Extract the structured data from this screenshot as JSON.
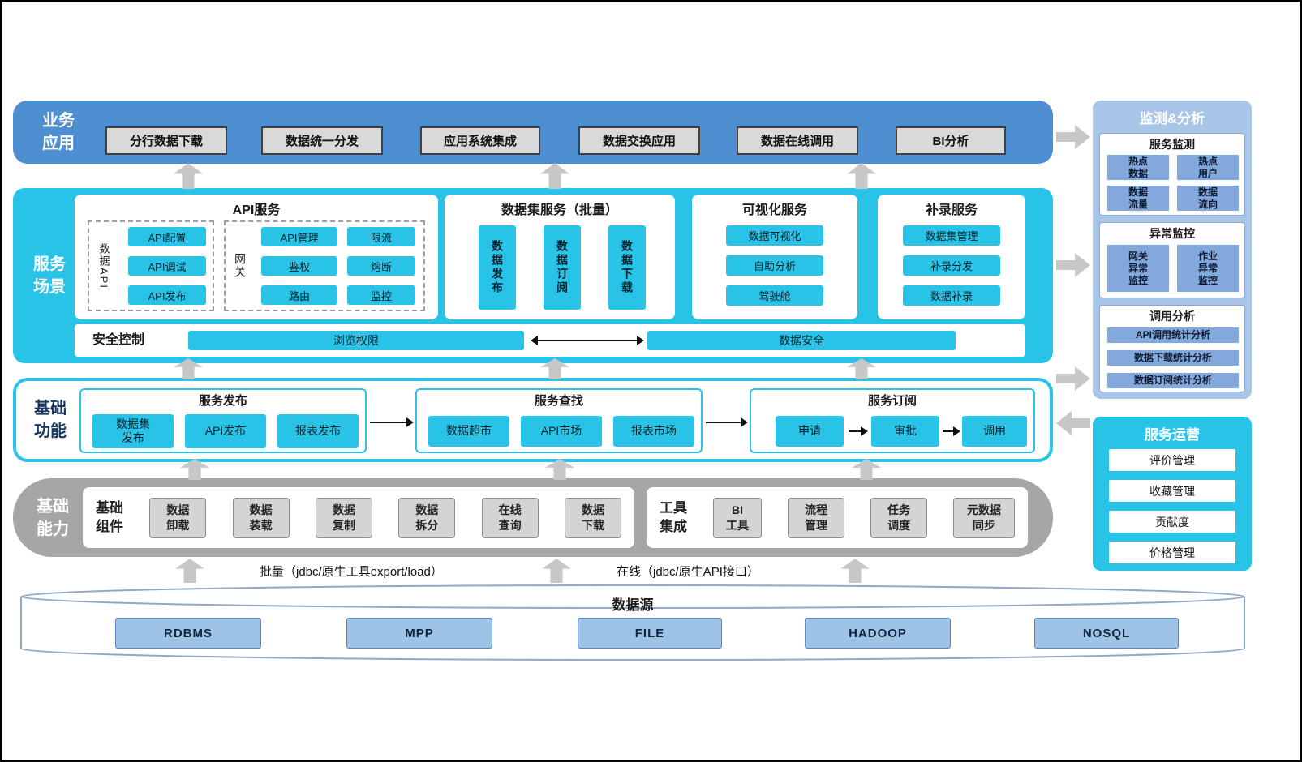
{
  "business": {
    "label": "业务\n应用",
    "items": [
      "分行数据下载",
      "数据统一分发",
      "应用系统集成",
      "数据交换应用",
      "数据在线调用",
      "BI分析"
    ]
  },
  "scene": {
    "label": "服务\n场景",
    "api": {
      "title": "API服务",
      "data_api_label": "数据API",
      "data_api_items": [
        "API配置",
        "API调试",
        "API发布"
      ],
      "gateway_label": "网关",
      "gateway_items": [
        "API管理",
        "限流",
        "鉴权",
        "熔断",
        "路由",
        "监控"
      ]
    },
    "dataset": {
      "title": "数据集服务（批量）",
      "items": [
        "数据发布",
        "数据订阅",
        "数据下载"
      ]
    },
    "visual": {
      "title": "可视化服务",
      "items": [
        "数据可视化",
        "自助分析",
        "驾驶舱"
      ]
    },
    "supplement": {
      "title": "补录服务",
      "items": [
        "数据集管理",
        "补录分发",
        "数据补录"
      ]
    },
    "security": {
      "title": "安全控制",
      "left": "浏览权限",
      "right": "数据安全"
    }
  },
  "functions": {
    "label": "基础\n功能",
    "publish": {
      "title": "服务发布",
      "items": [
        "数据集\n发布",
        "API发布",
        "报表发布"
      ]
    },
    "search": {
      "title": "服务查找",
      "items": [
        "数据超市",
        "API市场",
        "报表市场"
      ]
    },
    "subscribe": {
      "title": "服务订阅",
      "items": [
        "申请",
        "审批",
        "调用"
      ]
    }
  },
  "capability": {
    "label": "基础\n能力",
    "components": {
      "label": "基础\n组件",
      "items": [
        "数据\n卸载",
        "数据\n装载",
        "数据\n复制",
        "数据\n拆分",
        "在线\n查询",
        "数据\n下载"
      ]
    },
    "tools": {
      "label": "工具\n集成",
      "items": [
        "BI\n工具",
        "流程\n管理",
        "任务\n调度",
        "元数据\n同步"
      ]
    }
  },
  "flows": {
    "batch": "批量（jdbc/原生工具export/load）",
    "online": "在线（jdbc/原生API接口）"
  },
  "datasource": {
    "title": "数据源",
    "items": [
      "RDBMS",
      "MPP",
      "FILE",
      "HADOOP",
      "NOSQL"
    ]
  },
  "monitor": {
    "title": "监测&分析",
    "service": {
      "title": "服务监测",
      "items": [
        "热点\n数据",
        "热点\n用户",
        "数据\n流量",
        "数据\n流向"
      ]
    },
    "exception": {
      "title": "异常监控",
      "items": [
        "网关\n异常\n监控",
        "作业\n异常\n监控"
      ]
    },
    "analysis": {
      "title": "调用分析",
      "items": [
        "API调用统计分析",
        "数据下载统计分析",
        "数据订阅统计分析"
      ]
    }
  },
  "operation": {
    "title": "服务运营",
    "items": [
      "评价管理",
      "收藏管理",
      "贡献度",
      "价格管理"
    ]
  },
  "colors": {
    "blue_band": "#4D8FD0",
    "cyan": "#29C3E8",
    "gray_band": "#A6A6A6",
    "monitor_panel": "#A9C6E8",
    "datasource_button": "#9DC3E6"
  }
}
